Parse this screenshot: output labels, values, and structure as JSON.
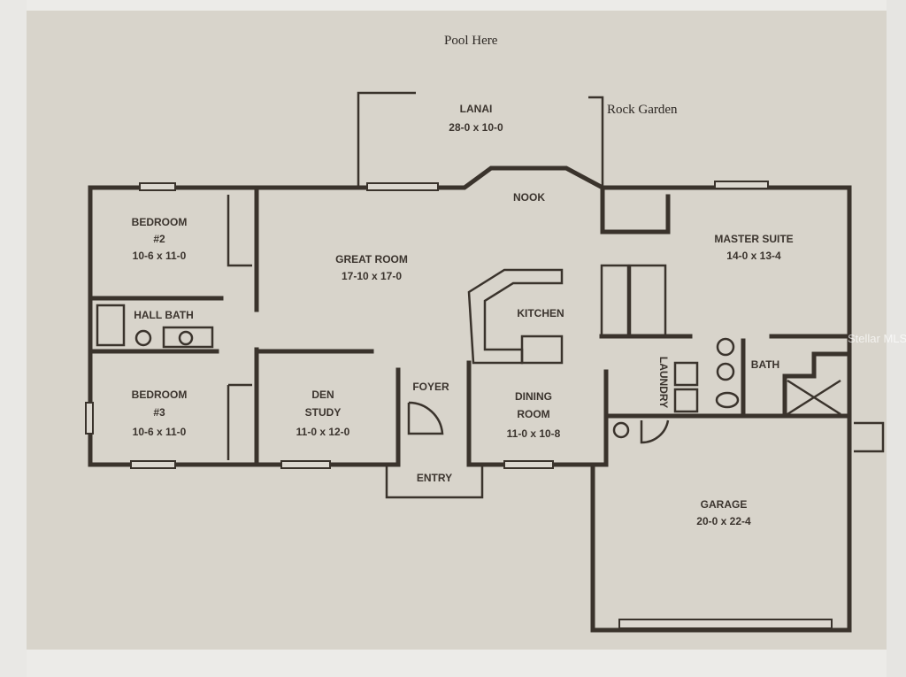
{
  "notes": {
    "pool": "Pool Here",
    "rock_garden": "Rock Garden"
  },
  "rooms": {
    "lanai": {
      "name": "LANAI",
      "size": "28-0 x 10-0"
    },
    "nook": {
      "name": "NOOK"
    },
    "bedroom2": {
      "name": "BEDROOM",
      "num": "#2",
      "size": "10-6 x 11-0"
    },
    "great_room": {
      "name": "GREAT ROOM",
      "size": "17-10 x 17-0"
    },
    "hall_bath": {
      "name": "HALL BATH"
    },
    "kitchen": {
      "name": "KITCHEN"
    },
    "master_suite": {
      "name": "MASTER SUITE",
      "size": "14-0 x 13-4"
    },
    "bath": {
      "name": "BATH"
    },
    "laundry": {
      "name": "LAUNDRY"
    },
    "bedroom3": {
      "name": "BEDROOM",
      "num": "#3",
      "size": "10-6 x 11-0"
    },
    "den": {
      "name": "DEN",
      "sub": "STUDY",
      "size": "11-0 x 12-0"
    },
    "foyer": {
      "name": "FOYER"
    },
    "dining": {
      "name": "DINING",
      "sub": "ROOM",
      "size": "11-0 x 10-8"
    },
    "entry": {
      "name": "ENTRY"
    },
    "garage": {
      "name": "GARAGE",
      "size": "20-0 x 22-4"
    }
  },
  "watermark": "Stellar MLS",
  "colors": {
    "paper": "#d8d4cb",
    "ink": "#3a332c"
  }
}
